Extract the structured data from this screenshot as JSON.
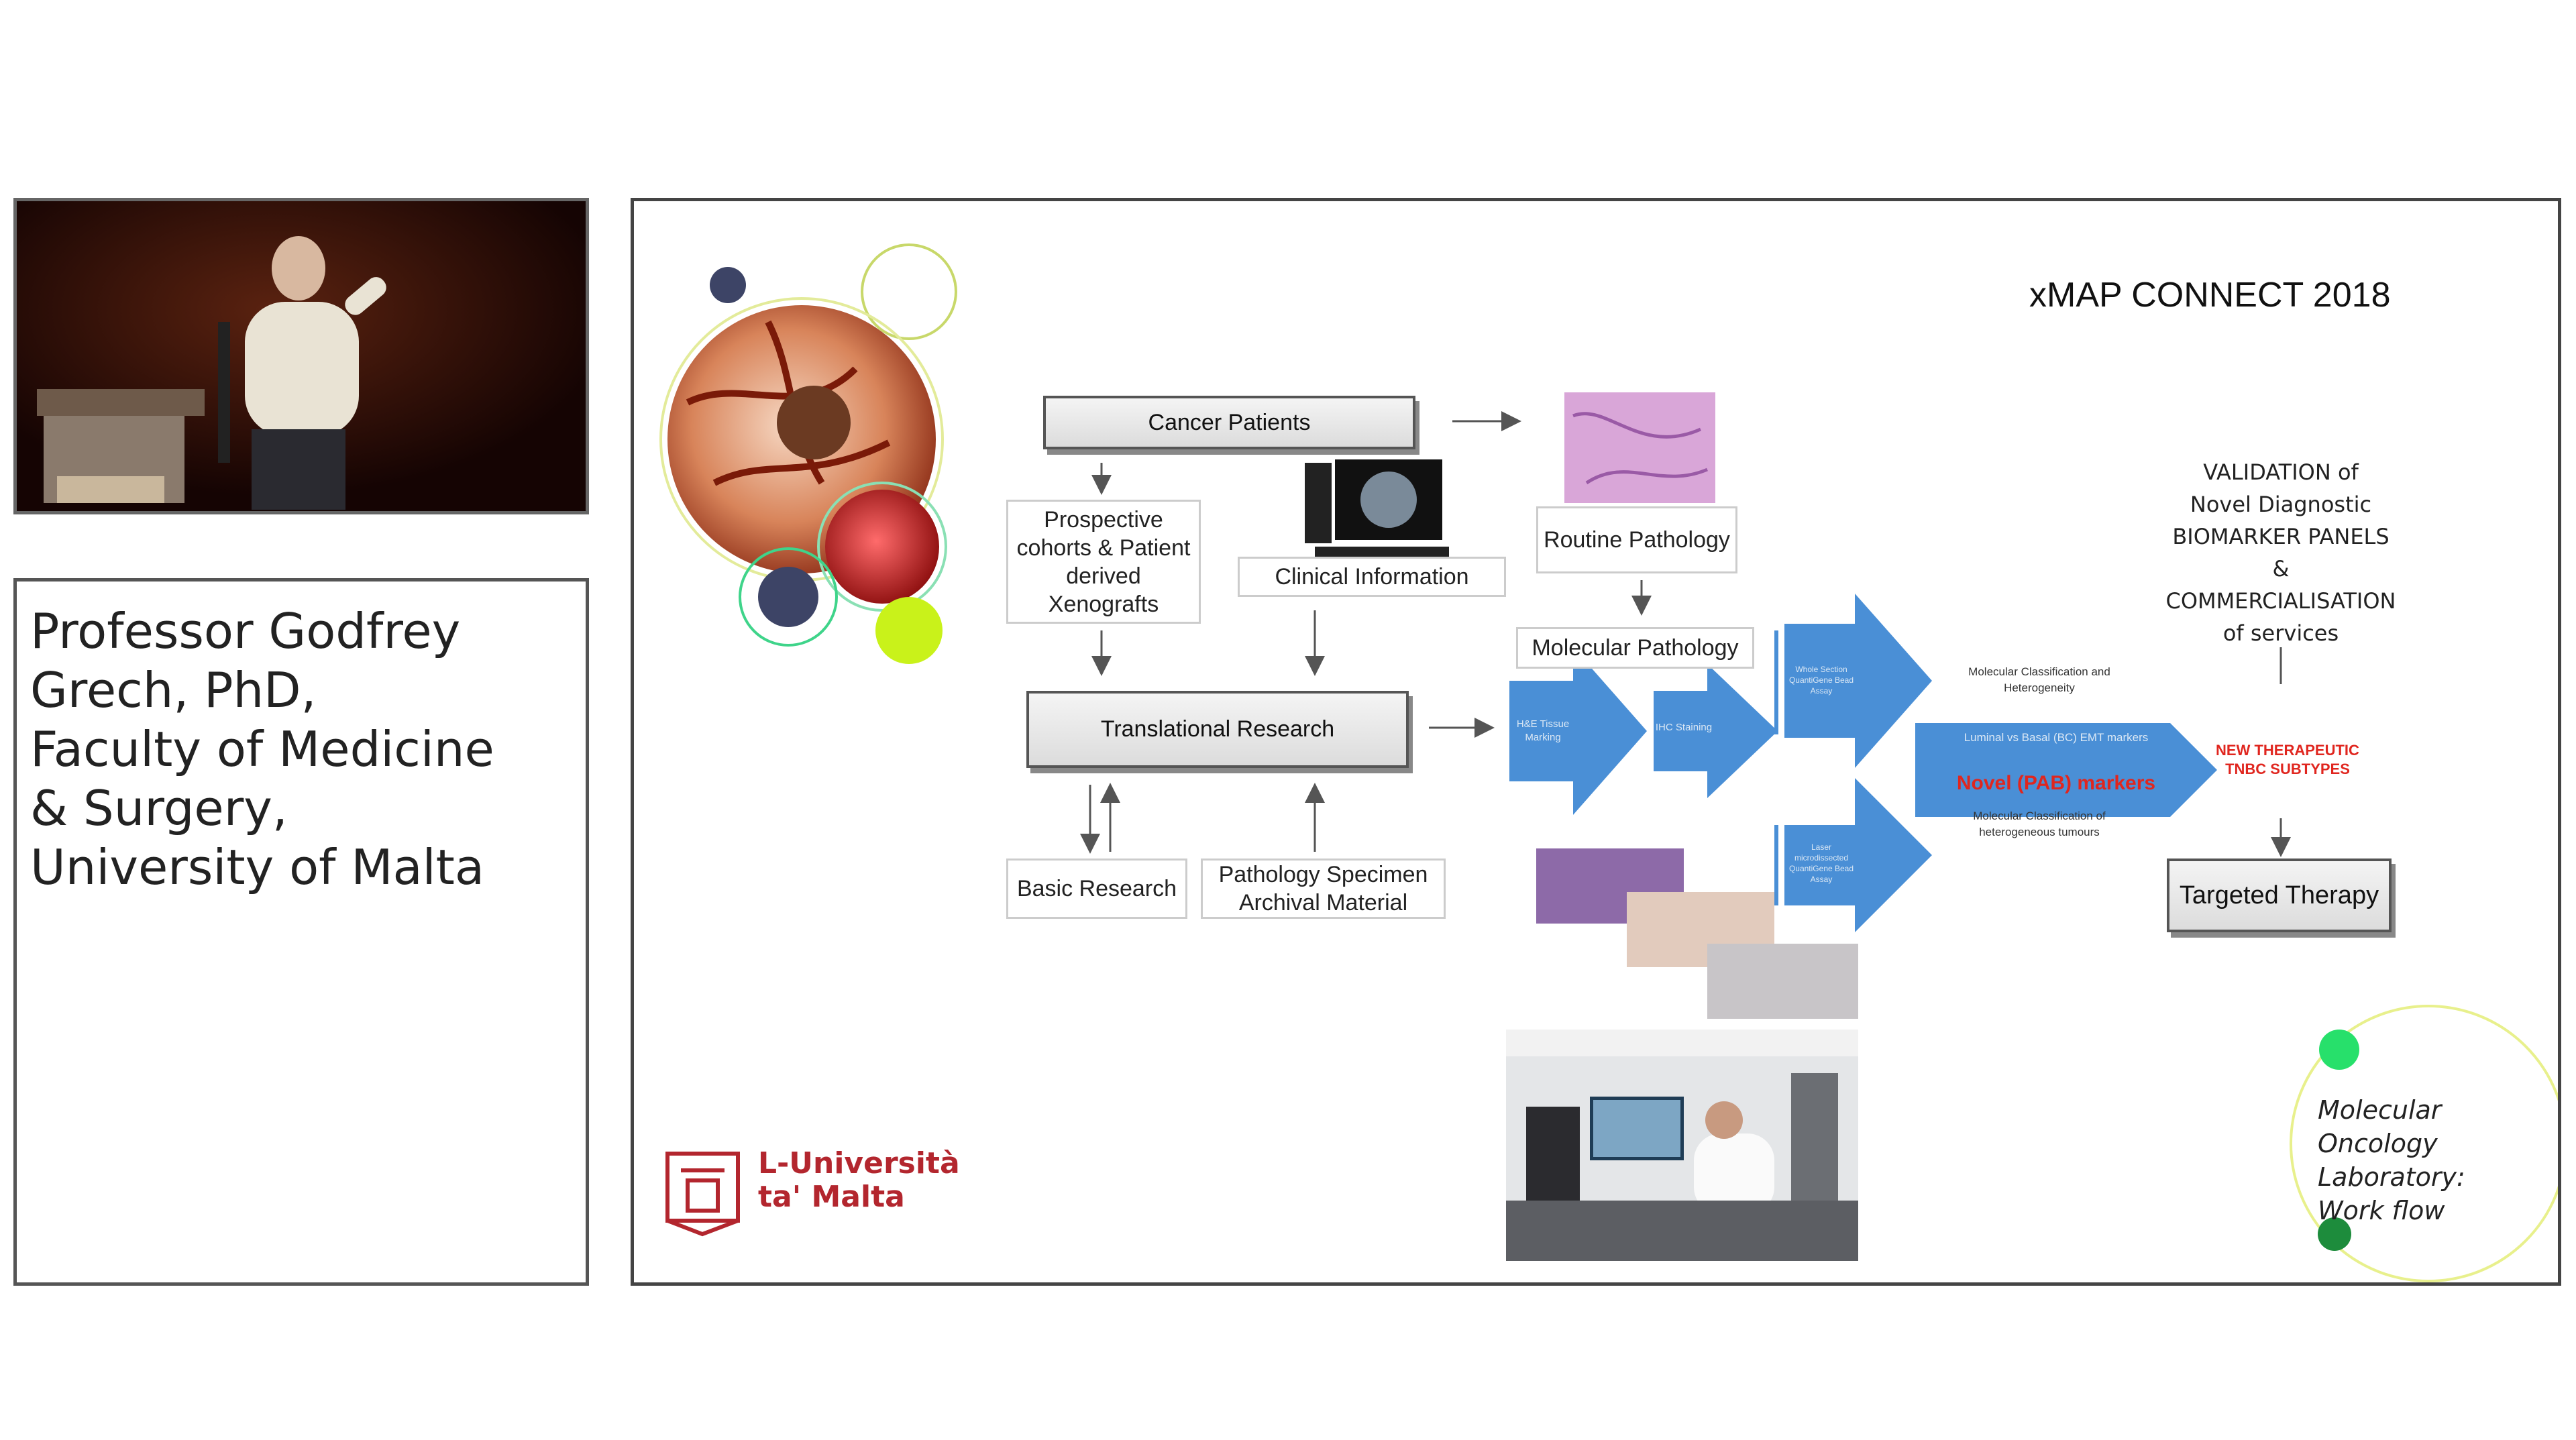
{
  "caption": {
    "text": "Professor Godfrey\nGrech, PhD,\nFaculty of Medicine\n& Surgery,\nUniversity of Malta"
  },
  "slide": {
    "title": "xMAP CONNECT 2018",
    "university_logo": "L-Università\nta' Malta",
    "boxes": {
      "cancer_patients": "Cancer Patients",
      "prospective": "Prospective cohorts & Patient derived Xenografts",
      "clinical_information": "Clinical Information",
      "translational_research": "Translational Research",
      "basic_research": "Basic Research",
      "pathology_specimen": "Pathology Specimen Archival Material",
      "routine_pathology": "Routine Pathology",
      "molecular_pathology": "Molecular Pathology",
      "targeted_therapy": "Targeted Therapy"
    },
    "arrows": {
      "he_tissue": "H&E Tissue Marking",
      "ihc_staining": "IHC Staining",
      "whole_section": "Whole Section QuantiGene Bead Assay",
      "laser": "Laser microdissected QuantiGene Bead Assay",
      "luminal_basal": "Luminal vs Basal (BC) EMT markers",
      "novel_markers": "Novel (PAB) markers"
    },
    "notes": {
      "mol_class_hetero": "Molecular Classification and Heterogeneity",
      "mol_class_tumours": "Molecular Classification of heterogeneous tumours",
      "new_therapeutic": "NEW THERAPEUTIC TNBC SUBTYPES",
      "validation": "VALIDATION of\nNovel Diagnostic\nBIOMARKER PANELS\n&\nCOMMERCIALISATION\nof services",
      "workflow": "Molecular Oncology\nLaboratory:\nWork flow"
    },
    "colors": {
      "arrow_blue": "#4a8fd6",
      "red_text": "#e0261f",
      "logo_red": "#b3262e"
    }
  }
}
